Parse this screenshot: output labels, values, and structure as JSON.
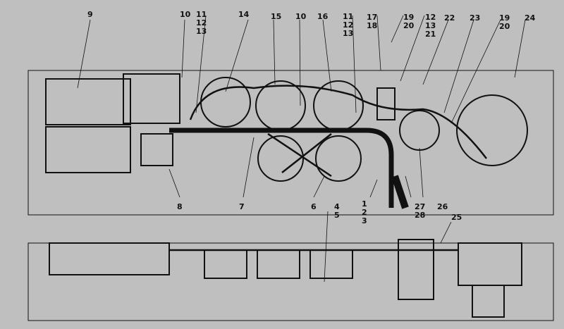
{
  "callouts": {
    "c9": "9",
    "c10a": "10",
    "c11a": "11",
    "c12a": "12",
    "c13a": "13",
    "c14": "14",
    "c15": "15",
    "c10b": "10",
    "c16": "16",
    "c11b": "11",
    "c12b": "12",
    "c13b": "13",
    "c17": "17",
    "c18": "18",
    "c19a": "19",
    "c20a": "20",
    "c12c": "12",
    "c13c": "13",
    "c21": "21",
    "c22": "22",
    "c23": "23",
    "c19b": "19",
    "c20b": "20",
    "c24": "24",
    "c8": "8",
    "c7": "7",
    "c6": "6",
    "c1": "1",
    "c2": "2",
    "c3": "3",
    "c4": "4",
    "c5": "5",
    "c27": "27",
    "c28": "28",
    "c26": "26",
    "c25": "25"
  },
  "colors": {
    "background": "#bfbfbf",
    "ink": "#111111"
  }
}
